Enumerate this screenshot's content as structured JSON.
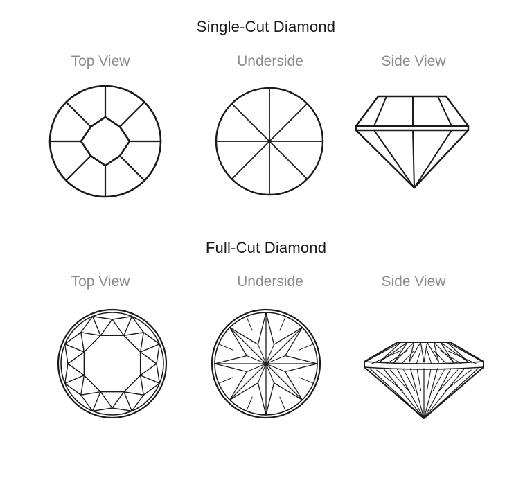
{
  "sections": [
    {
      "title": "Single-Cut Diamond",
      "labels": [
        "Top View",
        "Underside",
        "Side View"
      ]
    },
    {
      "title": "Full-Cut Diamond",
      "labels": [
        "Top View",
        "Underside",
        "Side View"
      ]
    }
  ]
}
